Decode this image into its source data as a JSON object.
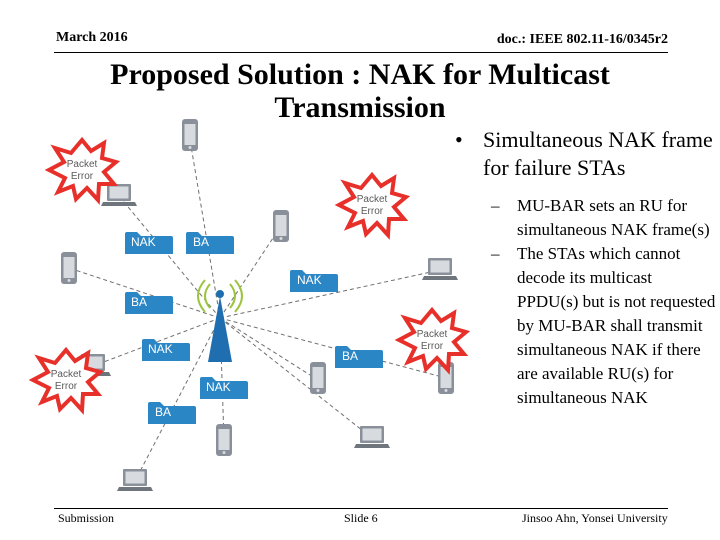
{
  "header": {
    "date": "March 2016",
    "doc_id": "doc.: IEEE 802.11-16/0345r2"
  },
  "title": {
    "line1": "Proposed Solution : NAK for Multicast",
    "line2": "Transmission"
  },
  "diagram": {
    "folder_labels": [
      "NAK",
      "BA",
      "NAK",
      "BA",
      "NAK",
      "BA",
      "NAK",
      "BA"
    ],
    "burst_lines": [
      [
        "Packet",
        "Error"
      ],
      [
        "Packet",
        "Error"
      ],
      [
        "Packet",
        "Error"
      ],
      [
        "Packet",
        "Error"
      ]
    ],
    "colors": {
      "folder": "#2b86c5",
      "burst_fill": "#ffffff",
      "burst_stroke": "#e8302a",
      "burst_text": "#5a5a5a",
      "tower": "#1f6fb0",
      "signal": "#9bc53d",
      "device": "#8a9099",
      "dash": "#707070"
    }
  },
  "bullets": {
    "main": "Simultaneous NAK frame for failure STAs",
    "main_marker": "•",
    "sub_marker": "–",
    "sub": [
      "MU-BAR sets an RU for simultaneous NAK frame(s)",
      "The STAs which cannot decode its multicast PPDU(s) but is not requested by MU-BAR shall transmit simultaneous NAK if there are available RU(s) for simultaneous NAK"
    ]
  },
  "footer": {
    "left": "Submission",
    "center": "Slide 6",
    "right": "Jinsoo Ahn, Yonsei University"
  }
}
